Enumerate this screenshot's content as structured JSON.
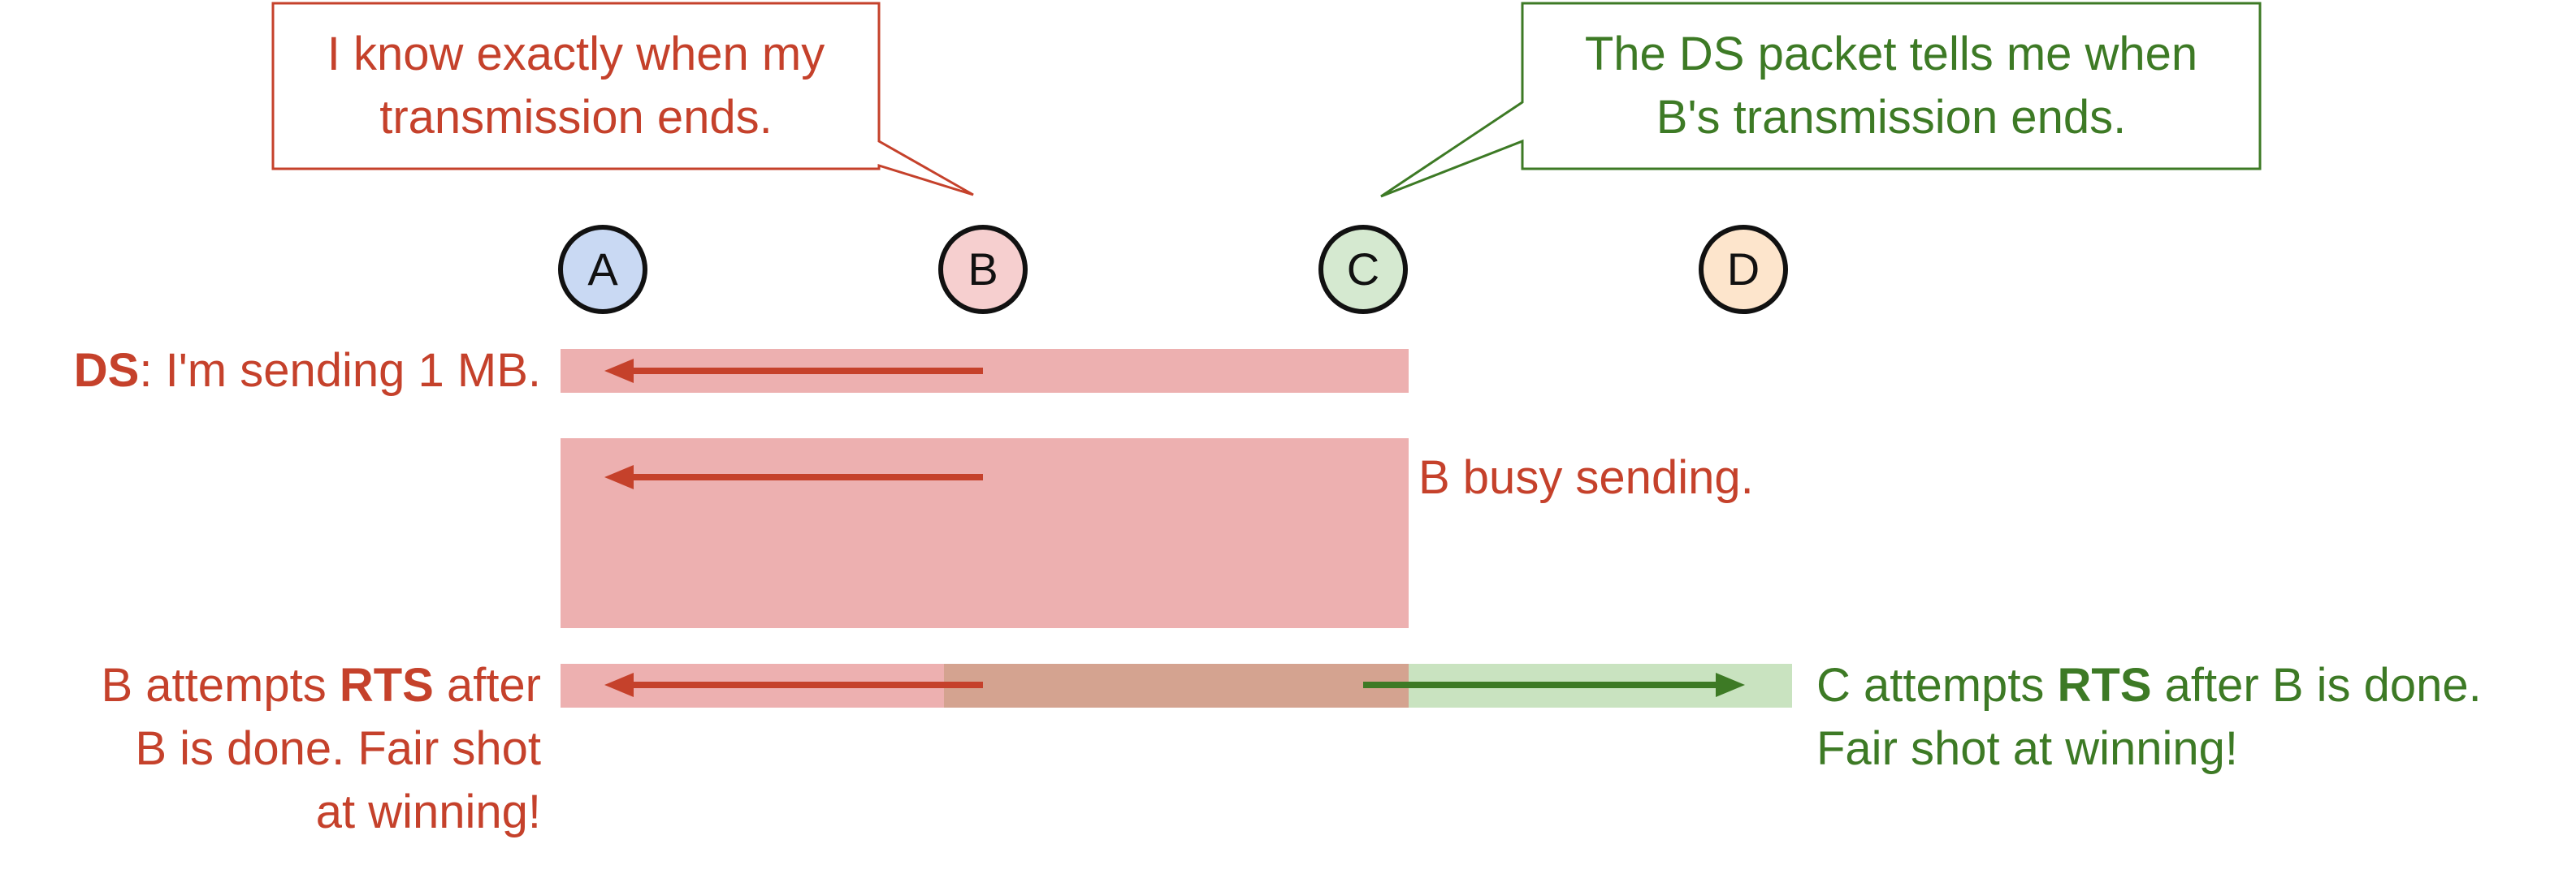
{
  "colors": {
    "red_text": "#c5412b",
    "green_text": "#3d7a25",
    "red_band": "#edb0b0",
    "green_band": "#c9e3c0",
    "overlap_band": "#d4a390",
    "red_arrow": "#c5412b",
    "green_arrow": "#3d7a25",
    "node_a_fill": "#c9d9f3",
    "node_b_fill": "#f6cfcf",
    "node_c_fill": "#d5e9d0",
    "node_d_fill": "#fde5cc"
  },
  "callouts": {
    "left": {
      "line1": "I know exactly when my",
      "line2": "transmission ends."
    },
    "right": {
      "line1": "The DS packet tells me when",
      "line2": "B's transmission ends."
    }
  },
  "nodes": [
    {
      "label": "A"
    },
    {
      "label": "B"
    },
    {
      "label": "C"
    },
    {
      "label": "D"
    }
  ],
  "rows": {
    "ds": {
      "bold": "DS",
      "rest": ": I'm sending 1 MB."
    },
    "busy": {
      "text": "B busy sending."
    },
    "b_rts": {
      "pre": "B attempts ",
      "bold": "RTS",
      "post": " after",
      "line2": "B is done. Fair shot",
      "line3": "at winning!"
    },
    "c_rts": {
      "pre": "C attempts ",
      "bold": "RTS",
      "post": " after B is done.",
      "line2": "Fair shot at winning!"
    }
  }
}
